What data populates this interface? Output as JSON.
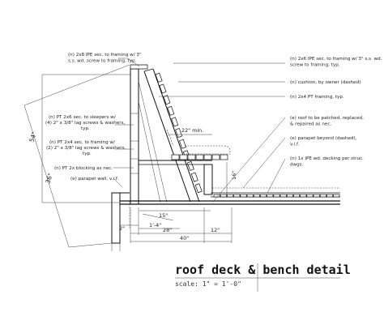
{
  "notes_left": [
    [
      "(n) 2x8 IPE sec. to framing w/ 3\"",
      "s.s. wd. screw to framing, typ."
    ],
    [
      "(n) PT 2x6 sec. to sleepers w/",
      "(4) 2\" x 3/8\" lag screws & washers,",
      "typ."
    ],
    [
      "(n) PT 2x4 sec. to framing w/",
      "(2) 2\" x 3/8\" lag screws & washers,",
      "typ."
    ],
    [
      "(n) PT 2x blocking as nec."
    ],
    [
      "(e) parapet wall, v.i.f."
    ]
  ],
  "notes_right": [
    [
      "(n) 2x6 IPE sec. to framing w/ 3\" s.s. wd.",
      "screw to framing, typ."
    ],
    [
      "(n) cushion, by owner (dashed)"
    ],
    [
      "(n) 2x4 PT framing, typ."
    ],
    [
      "(e) roof to be patched, replaced,",
      "& repaired as nec."
    ],
    [
      "(e) parapet beyond (dashed),",
      "v.i.f."
    ],
    [
      "(n) 1x IPE wd. decking per struc.",
      "dwgs."
    ]
  ],
  "dimensions": {
    "d54": "54\"",
    "d36": "36\"",
    "d22": "22\" min.",
    "d16": "16\"",
    "d2": "2\"",
    "d15": "15\"",
    "d1_4": "1'-4\"",
    "d28": "28\"",
    "d12": "12\"",
    "d40": "40\""
  },
  "title": "roof deck & bench detail",
  "scale": "scale:  1\" = 1'-0\""
}
